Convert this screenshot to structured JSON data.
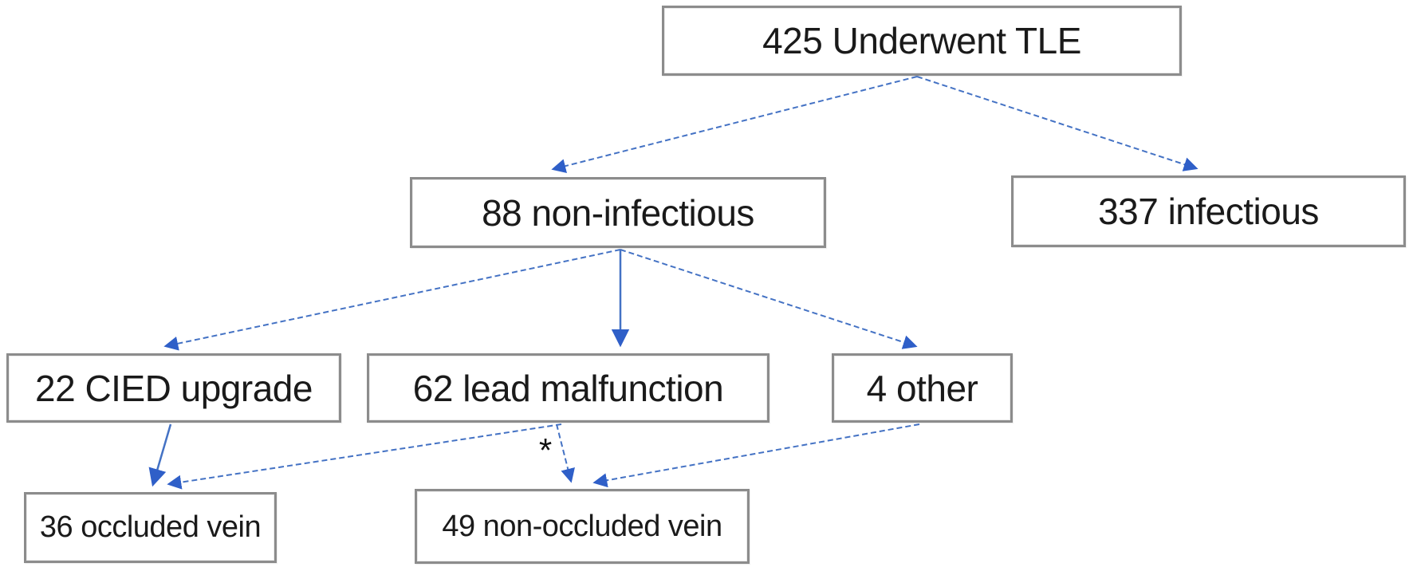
{
  "nodes": {
    "underwent": {
      "label": "425 Underwent TLE"
    },
    "non_infectious": {
      "label": "88 non-infectious"
    },
    "infectious": {
      "label": "337 infectious"
    },
    "cied_upgrade": {
      "label": "22 CIED upgrade"
    },
    "lead_malfunction": {
      "label": "62 lead malfunction"
    },
    "other": {
      "label": "4 other"
    },
    "occluded_vein": {
      "label": "36 occluded vein"
    },
    "non_occluded_vein": {
      "label": "49 non-occluded vein"
    }
  },
  "edges": [
    {
      "from": "underwent",
      "to": "non_infectious"
    },
    {
      "from": "underwent",
      "to": "infectious"
    },
    {
      "from": "non_infectious",
      "to": "cied_upgrade"
    },
    {
      "from": "non_infectious",
      "to": "lead_malfunction"
    },
    {
      "from": "non_infectious",
      "to": "other"
    },
    {
      "from": "cied_upgrade",
      "to": "occluded_vein"
    },
    {
      "from": "lead_malfunction",
      "to": "occluded_vein"
    },
    {
      "from": "lead_malfunction",
      "to": "non_occluded_vein",
      "label": "*"
    },
    {
      "from": "other",
      "to": "non_occluded_vein"
    }
  ],
  "annotations": {
    "asterisk": "*"
  },
  "colors": {
    "connector_blue": "#4472C4",
    "arrowhead_blue": "#2F5FC8",
    "box_border_gray": "#8C8C8C",
    "text_black": "#1A1A1A"
  }
}
